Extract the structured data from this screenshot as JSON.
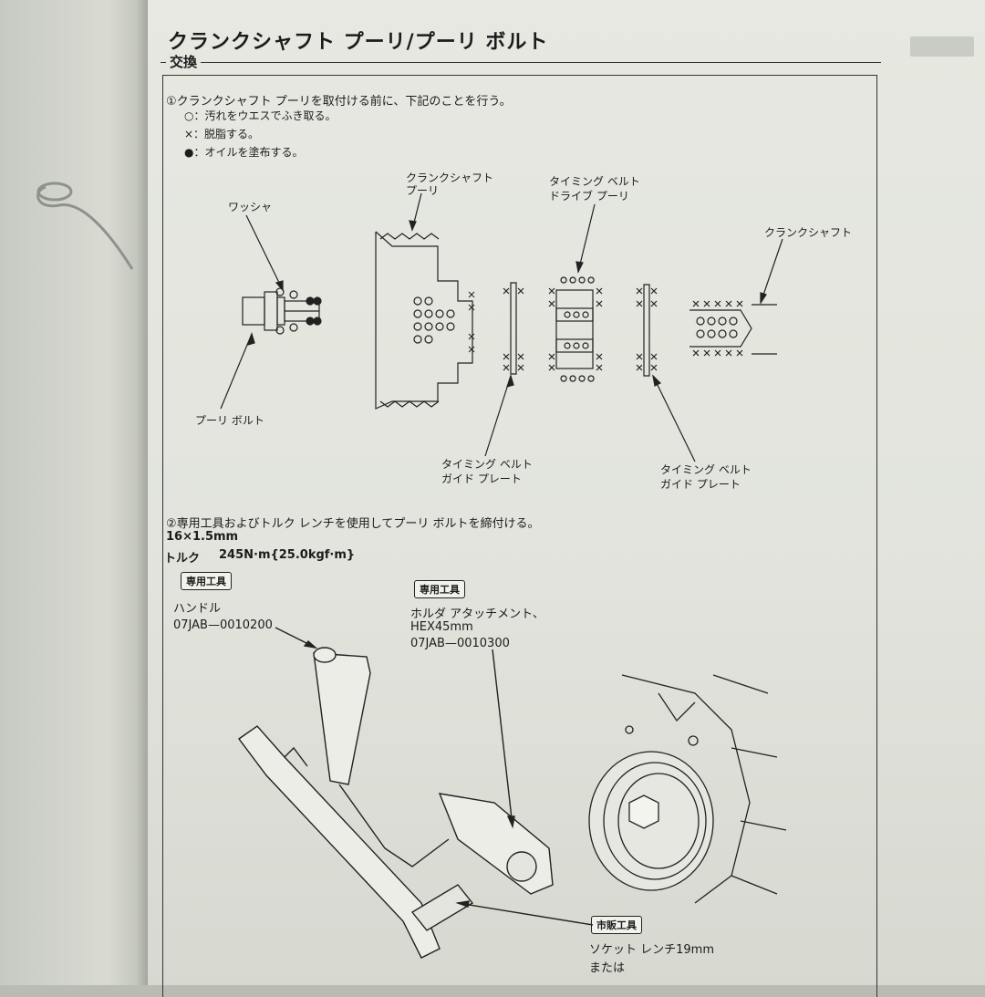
{
  "page": {
    "title": "クランクシャフト プーリ/プーリ ボルト",
    "section": "交換",
    "step1": {
      "text": "①クランクシャフト プーリを取付ける前に、下記のことを行う。",
      "legend": [
        "○：汚れをウエスでふき取る。",
        "×：脱脂する。",
        "●：オイルを塗布する。"
      ]
    },
    "diagram1": {
      "washer": "ワッシャ",
      "pulley_bolt": "プーリ ボルト",
      "crankshaft_pulley": [
        "クランクシャフト",
        "プーリ"
      ],
      "timing_belt_drive_pulley": [
        "タイミング ベルト",
        "ドライブ プーリ"
      ],
      "crankshaft": "クランクシャフト",
      "guide_plate_1": [
        "タイミング ベルト",
        "ガイド プレート"
      ],
      "guide_plate_2": [
        "タイミング ベルト",
        "ガイド プレート"
      ]
    },
    "step2": {
      "text": "②専用工具およびトルク レンチを使用してプーリ ボルトを締付ける。",
      "size": "16×1.5mm",
      "torque_label": "トルク",
      "torque_value": "245N·m{25.0kgf·m}"
    },
    "tools": {
      "special_badge": "専用工具",
      "handle_name": "ハンドル",
      "handle_part": "07JAB—0010200",
      "holder_badge": "専用工具",
      "holder_name": "ホルダ アタッチメント、",
      "holder_size": "HEX45mm",
      "holder_part": "07JAB—0010300",
      "commercial_badge": "市販工具",
      "socket_name": "ソケット レンチ19mm",
      "socket_or": "または"
    }
  }
}
